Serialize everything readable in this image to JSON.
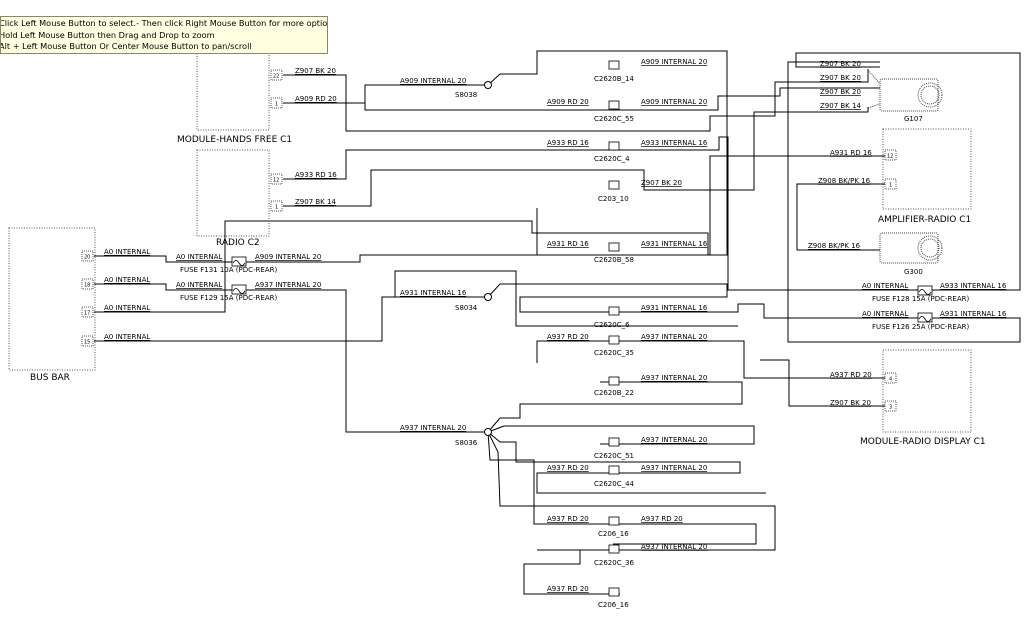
{
  "tooltip": {
    "line1": "Click Left Mouse Button to select.- Then click Right Mouse Button for more options.",
    "line2": "Hold Left Mouse Button then Drag and Drop to zoom",
    "line3": "Alt + Left Mouse Button Or Center Mouse Button to pan/scroll"
  },
  "components": {
    "module_hands_free": "MODULE-HANDS FREE C1",
    "radio_c2": "RADIO C2",
    "bus_bar": "BUS BAR",
    "amplifier_radio": "AMPLIFIER-RADIO C1",
    "module_radio_display": "MODULE-RADIO DISPLAY C1",
    "g107": "G107",
    "g300": "G300"
  },
  "pins": {
    "hf22": "22",
    "hf1": "1",
    "r12": "12",
    "r1": "1",
    "bb20": "20",
    "bb18": "18",
    "bb17": "17",
    "bb15": "15",
    "amp12": "12",
    "amp1": "1",
    "disp4": "4",
    "disp3": "3"
  },
  "splices": {
    "s8038": "S8038",
    "s8034": "S8034",
    "s8036": "S8036"
  },
  "fuses": {
    "f131": "FUSE F131 10A (PDC-REAR)",
    "f129": "FUSE F129 15A (PDC-REAR)",
    "f128": "FUSE F128 15A (PDC-REAR)",
    "f126": "FUSE F126 25A (PDC-REAR)"
  },
  "connectors": {
    "c2620b_14": "C2620B_14",
    "c2620c_55": "C2620C_55",
    "c2620c_4": "C2620C_4",
    "c203_10": "C203_10",
    "c2620b_58": "C2620B_58",
    "c2620c_6": "C2620C_6",
    "c2620c_35": "C2620C_35",
    "c2620b_22": "C2620B_22",
    "c2620c_51": "C2620C_51",
    "c2620c_44": "C2620C_44",
    "c206_16a": "C206_16",
    "c2620c_36": "C2620C_36",
    "c206_16b": "C206_16"
  },
  "wires": {
    "z907_bk20": "Z907 BK 20",
    "z907_bk14": "Z907 BK 14",
    "a909_rd20": "A909 RD 20",
    "a909_int20": "A909 INTERNAL 20",
    "a933_rd16": "A933 RD 16",
    "a933_int16": "A933 INTERNAL 16",
    "a931_rd16": "A931 RD 16",
    "a931_int16": "A931 INTERNAL 16",
    "z908_bkpk16": "Z908 BK/PK 16",
    "a0_int": "A0 INTERNAL",
    "a937_int20": "A937 INTERNAL 20",
    "a937_rd20": "A937 RD 20"
  }
}
